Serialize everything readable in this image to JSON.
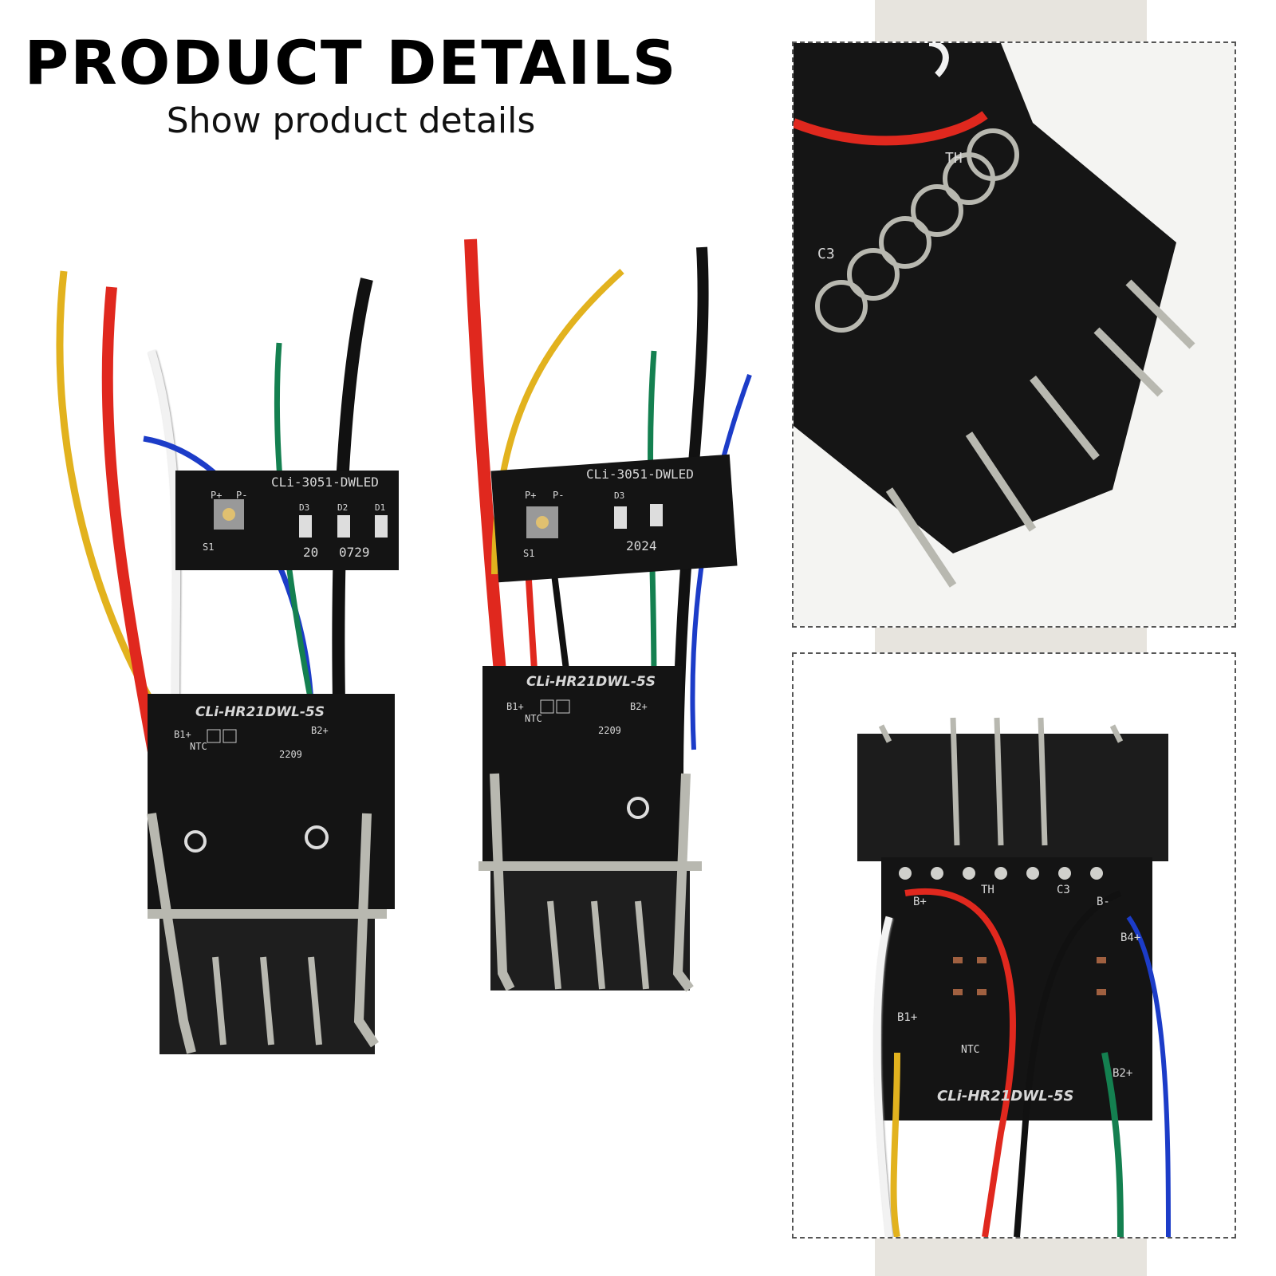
{
  "header": {
    "title": "PRODUCT DETAILS",
    "subtitle": "Show product details"
  },
  "board_left": {
    "led_board_label": "CLi-3051-DWLED",
    "led_date": "20",
    "led_date2": "0729",
    "main_label": "CLi-HR21DWL-5S",
    "code": "2209",
    "pad_b1": "B1+",
    "pad_b2": "B2+",
    "pad_ntc": "NTC",
    "pad_p_plus": "P+",
    "pad_p_minus": "P-",
    "switch": "S1",
    "led_d1": "D1",
    "led_d2": "D2",
    "led_d3": "D3"
  },
  "board_right": {
    "led_board_label": "CLi-3051-DWLED",
    "led_date": "2024",
    "main_label": "CLi-HR21DWL-5S",
    "code": "2209",
    "pad_b1": "B1+",
    "pad_b2": "B2+",
    "pad_ntc": "NTC",
    "pad_p_plus": "P+",
    "pad_p_minus": "P-",
    "switch": "S1",
    "led_d3": "D3"
  },
  "detail_bottom": {
    "main_label": "CLi-HR21DWL-5S",
    "pad_b_plus": "B+",
    "pad_b_minus": "B-",
    "pad_b1": "B1+",
    "pad_b2": "B2+",
    "pad_b4": "B4+",
    "c3": "C3",
    "th": "TH",
    "ntc": "NTC"
  },
  "detail_top": {
    "c3": "C3",
    "th": "TH"
  },
  "colors": {
    "pcb": "#141414",
    "wire_red": "#e0281e",
    "wire_yellow": "#e2b21e",
    "wire_white": "#f2f2f2",
    "wire_blue": "#1c3cc8",
    "wire_green": "#148050",
    "wire_black": "#111111",
    "metal": "#b8b8b0",
    "strip": "#e7e4de"
  }
}
